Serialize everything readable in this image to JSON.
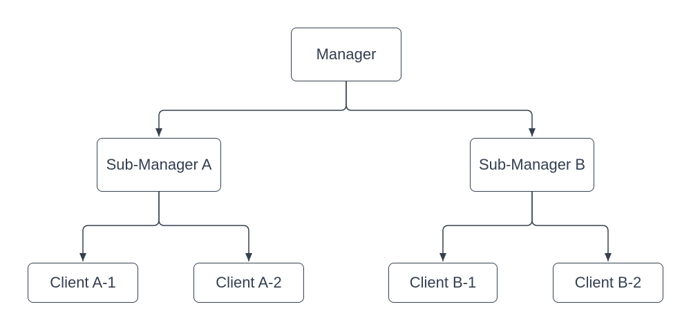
{
  "colors": {
    "stroke": "#36404e",
    "text": "#333e4f",
    "node_background": "#ffffff",
    "canvas_background": "#ffffff"
  },
  "nodes": {
    "manager": {
      "id": "manager",
      "label": "Manager"
    },
    "sub_a": {
      "id": "sub-manager-a",
      "label": "Sub-Manager A"
    },
    "sub_b": {
      "id": "sub-manager-b",
      "label": "Sub-Manager B"
    },
    "client_a1": {
      "id": "client-a1",
      "label": "Client A-1"
    },
    "client_a2": {
      "id": "client-a2",
      "label": "Client A-2"
    },
    "client_b1": {
      "id": "client-b1",
      "label": "Client B-1"
    },
    "client_b2": {
      "id": "client-b2",
      "label": "Client B-2"
    }
  },
  "edges": [
    {
      "from": "Manager",
      "to": "Sub-Manager A",
      "arrow": "target"
    },
    {
      "from": "Manager",
      "to": "Sub-Manager B",
      "arrow": "target"
    },
    {
      "from": "Sub-Manager A",
      "to": "Client A-1",
      "arrow": "target"
    },
    {
      "from": "Sub-Manager A",
      "to": "Client A-2",
      "arrow": "target"
    },
    {
      "from": "Sub-Manager B",
      "to": "Client B-1",
      "arrow": "target"
    },
    {
      "from": "Sub-Manager B",
      "to": "Client B-2",
      "arrow": "target"
    }
  ]
}
